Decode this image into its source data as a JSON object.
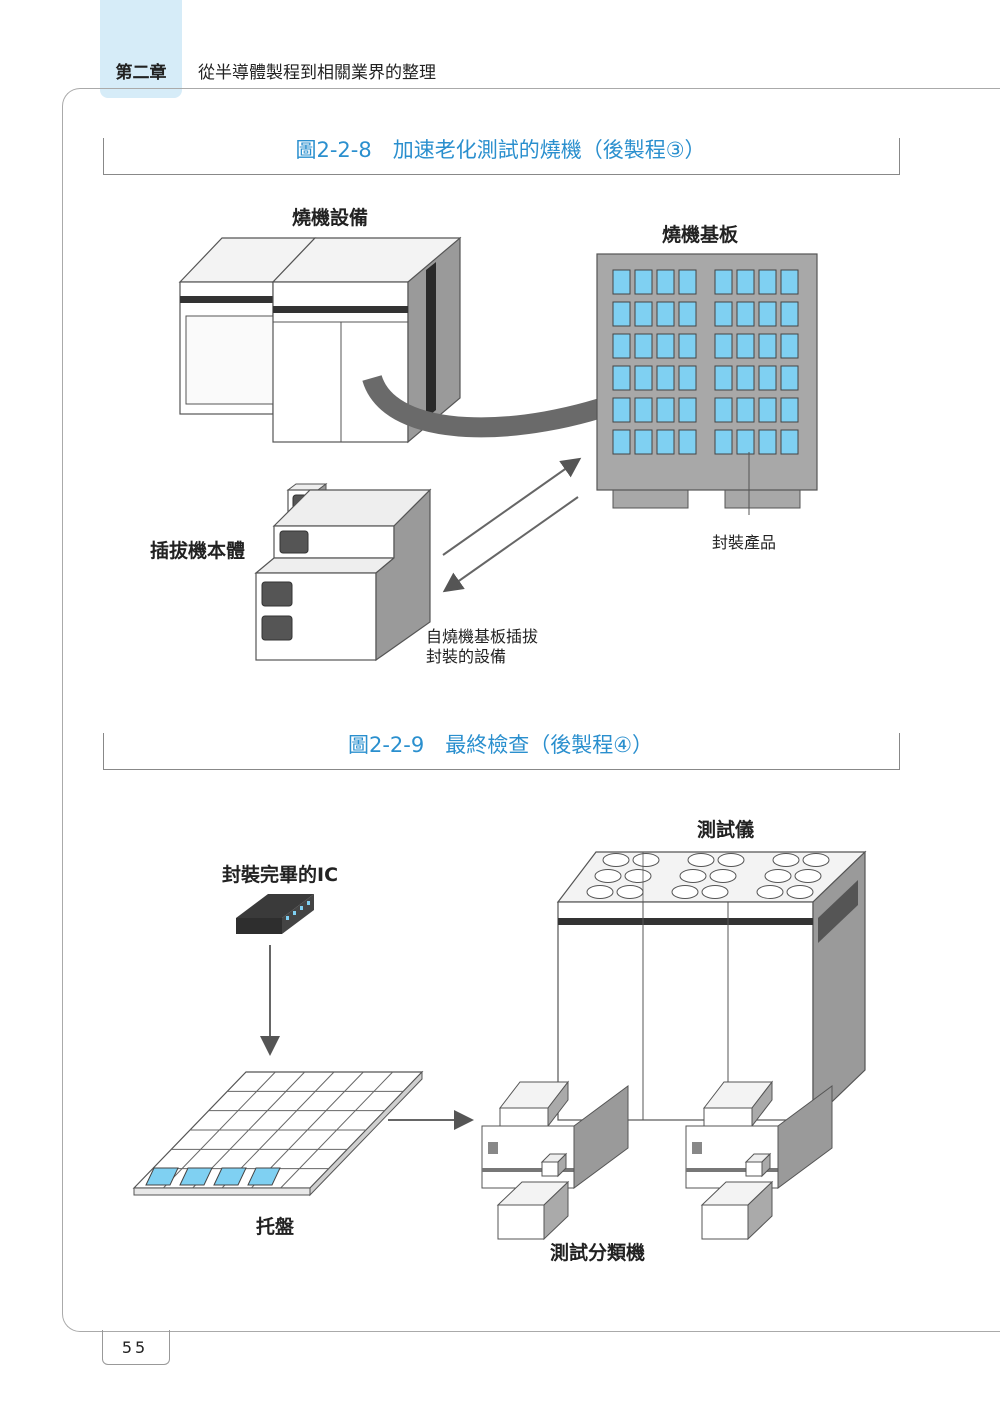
{
  "header": {
    "chapter_label": "第二章",
    "chapter_title": "從半導體製程到相關業界的整理"
  },
  "figure1": {
    "title": "圖2-2-8　加速老化測試的燒機（後製程③）",
    "labels": {
      "burnin_equipment": "燒機設備",
      "burnin_board": "燒機基板",
      "inserter_body": "插拔機本體",
      "packaged_product": "封裝產品",
      "inserter_desc_line1": "自燒機基板插拔",
      "inserter_desc_line2": "封裝的設備"
    }
  },
  "figure2": {
    "title": "圖2-2-9　最終檢查（後製程④）",
    "labels": {
      "tester": "測試儀",
      "packaged_ic": "封裝完畢的IC",
      "tray": "托盤",
      "handler": "測試分類機"
    }
  },
  "footer": {
    "page_number": "55"
  },
  "colors": {
    "accent": "#2a8fce",
    "tab_bg": "#d6ecf8",
    "socket": "#7fd0f2"
  }
}
